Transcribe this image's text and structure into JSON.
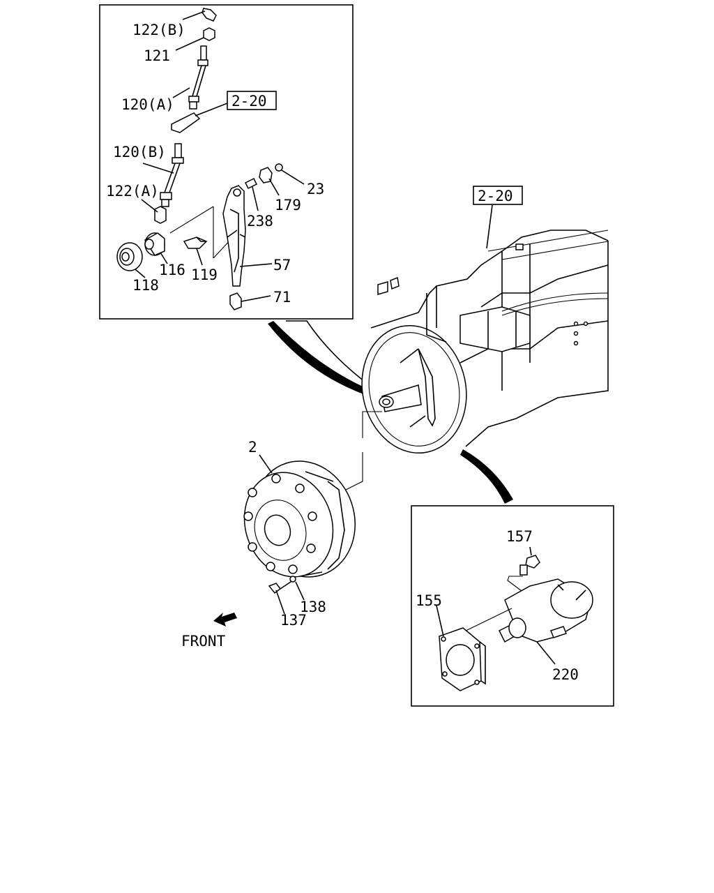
{
  "labels": {
    "l122b": "122(B)",
    "l121": "121",
    "l120a": "120(A)",
    "ref_top": "2-20",
    "l120b": "120(B)",
    "l122a": "122(A)",
    "l23": "23",
    "l179": "179",
    "l238": "238",
    "l116": "116",
    "l119": "119",
    "l118": "118",
    "l57": "57",
    "l71": "71",
    "ref_right": "2-20",
    "l2": "2",
    "l138": "138",
    "l137": "137",
    "front": "FRONT",
    "l157": "157",
    "l155": "155",
    "l220": "220"
  }
}
